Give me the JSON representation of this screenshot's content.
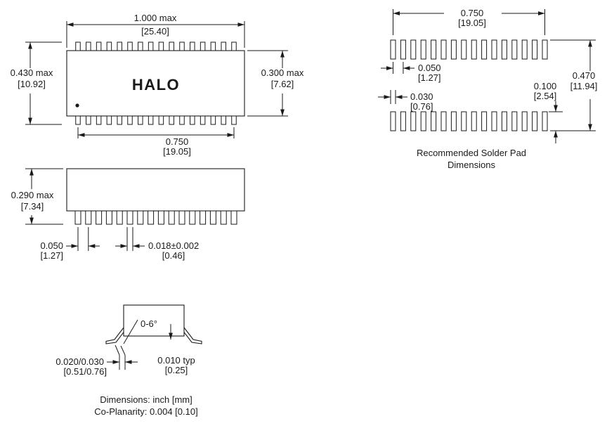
{
  "top_view": {
    "part_label": "HALO",
    "pins_per_side": 16,
    "width_in": "1.000 max",
    "width_mm": "[25.40]",
    "length_in": "0.430 max",
    "length_mm": "[10.92]",
    "body_in": "0.300 max",
    "body_mm": "[7.62]",
    "pin_span_in": "0.750",
    "pin_span_mm": "[19.05]"
  },
  "solder_pad_view": {
    "caption_line1": "Recommended Solder Pad",
    "caption_line2": "Dimensions",
    "pads_per_row": 16,
    "span_in": "0.750",
    "span_mm": "[19.05]",
    "pitch_in": "0.050",
    "pitch_mm": "[1.27]",
    "pad_width_in": "0.030",
    "pad_width_mm": "[0.76]",
    "pad_length_in": "0.100",
    "pad_length_mm": "[2.54]",
    "overall_in": "0.470",
    "overall_mm": "[11.94]"
  },
  "side_view": {
    "pin_count": 16,
    "height_in": "0.290 max",
    "height_mm": "[7.34]",
    "pitch_in": "0.050",
    "pitch_mm": "[1.27]",
    "lead_width_in": "0.018±0.002",
    "lead_width_mm": "[0.46]"
  },
  "end_view": {
    "lead_angle": "0-6°",
    "standoff_in": "0.020/0.030",
    "standoff_mm": "[0.51/0.76]",
    "lead_thickness_in": "0.010 typ",
    "lead_thickness_mm": "[0.25]"
  },
  "footer": {
    "dimensions_note": "Dimensions: inch [mm]",
    "coplanarity_note": "Co-Planarity: 0.004 [0.10]"
  },
  "colors": {
    "ink": "#1a1a1a",
    "background": "#ffffff"
  }
}
